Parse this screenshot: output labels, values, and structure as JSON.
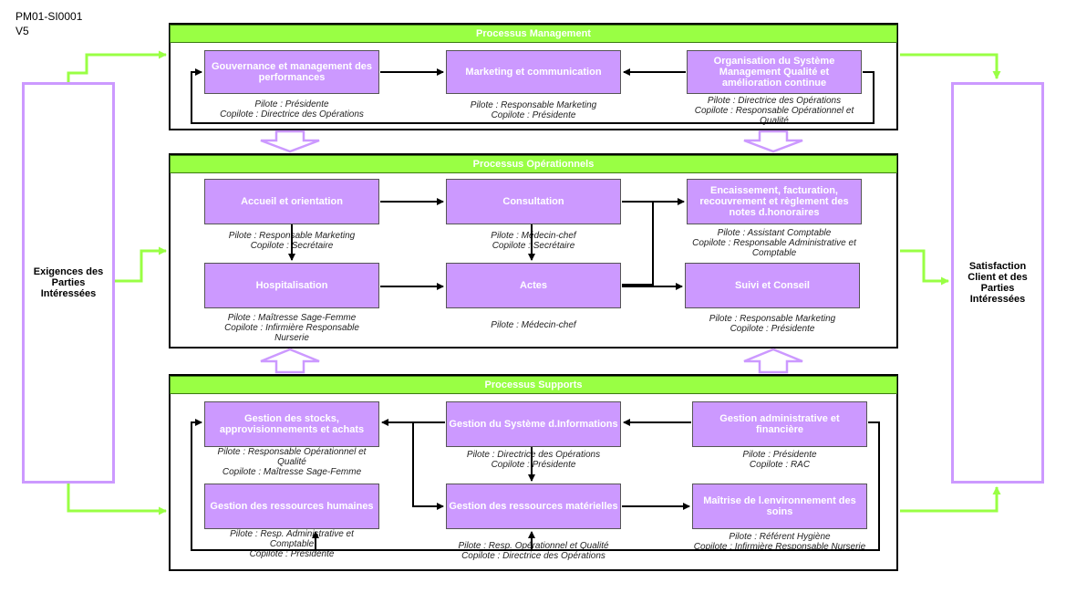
{
  "document": {
    "code": "PM01-SI0001",
    "version": "V5"
  },
  "left_panel": "Exigences des Parties Intéressées",
  "right_panel": "Satisfaction Client et des Parties Intéressées",
  "management": {
    "title": "Processus Management",
    "boxes": [
      {
        "label": "Gouvernance et management des performances",
        "pilot": "Pilote : Présidente",
        "copilot": "Copilote : Directrice des Opérations"
      },
      {
        "label": "Marketing et communication",
        "pilot": "Pilote : Responsable Marketing",
        "copilot": "Copilote : Présidente"
      },
      {
        "label": "Organisation du Système Management Qualité et amélioration continue",
        "pilot": "Pilote : Directrice des Opérations",
        "copilot": "Copilote : Responsable Opérationnel et Qualité"
      }
    ]
  },
  "operational": {
    "title": "Processus Opérationnels",
    "boxes": [
      {
        "label": "Accueil et orientation",
        "pilot": "Pilote : Responsable Marketing",
        "copilot": "Copilote : Secrétaire"
      },
      {
        "label": "Consultation",
        "pilot": "Pilote : Médecin-chef",
        "copilot": "Copilote : Secrétaire"
      },
      {
        "label": "Encaissement, facturation, recouvrement et règlement des notes d.honoraires",
        "pilot": "Pilote : Assistant Comptable",
        "copilot": "Copilote : Responsable Administrative et Comptable"
      },
      {
        "label": "Hospitalisation",
        "pilot": "Pilote : Maîtresse Sage-Femme",
        "copilot": "Copilote : Infirmière Responsable Nurserie"
      },
      {
        "label": "Actes",
        "pilot": "Pilote : Médecin-chef",
        "copilot": ""
      },
      {
        "label": "Suivi et Conseil",
        "pilot": "Pilote : Responsable Marketing",
        "copilot": "Copilote : Présidente"
      }
    ]
  },
  "support": {
    "title": "Processus Supports",
    "boxes": [
      {
        "label": "Gestion des stocks, approvisionnements et achats",
        "pilot": "Pilote : Responsable Opérationnel et Qualité",
        "copilot": "Copilote : Maîtresse Sage-Femme"
      },
      {
        "label": "Gestion du Système d.Informations",
        "pilot": "Pilote : Directrice des Opérations",
        "copilot": "Copilote : Présidente"
      },
      {
        "label": "Gestion administrative et financière",
        "pilot": "Pilote : Présidente",
        "copilot": "Copilote : RAC"
      },
      {
        "label": "Gestion des ressources humaines",
        "pilot": "Pilote : Resp. Administrative et Comptable",
        "copilot": "Copilote : Présidente"
      },
      {
        "label": "Gestion des ressources matérielles",
        "pilot": "Pilote : Resp. Opérationnel et Qualité",
        "copilot": "Copilote : Directrice des Opérations"
      },
      {
        "label": "Maîtrise de l.environnement des soins",
        "pilot": "Pilote : Référent Hygiène",
        "copilot": "Copilote : Infirmière Responsable Nurserie"
      }
    ]
  },
  "colors": {
    "header_green": "#99ff44",
    "arrow_green": "#99ff44",
    "process_purple": "#cc99ff"
  }
}
